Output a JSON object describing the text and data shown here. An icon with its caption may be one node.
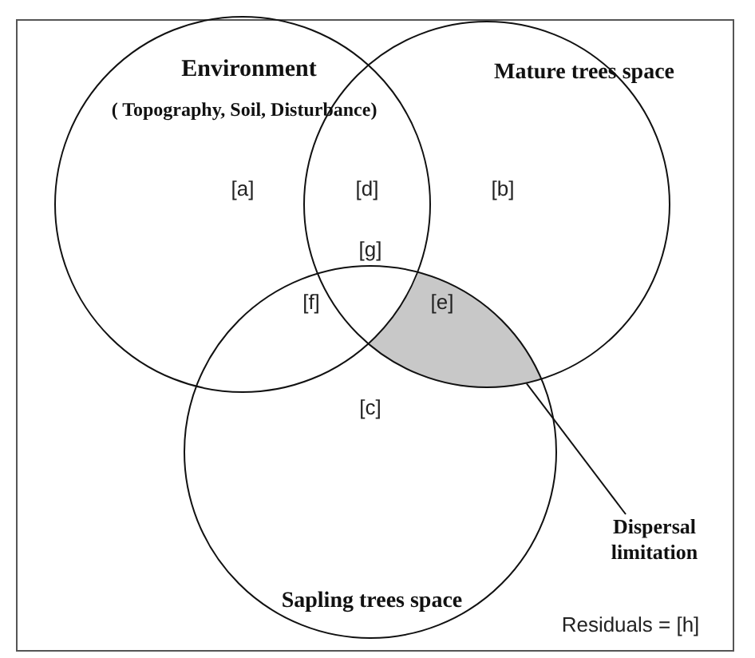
{
  "diagram": {
    "nodes": [
      {
        "text": [
          "Environment",
          "( Topography, Soil, Disturbance)"
        ]
      },
      {
        "text": [
          "Mature trees space"
        ]
      },
      {
        "text": [
          "Sapling trees space"
        ]
      },
      {
        "text": [
          "[e]"
        ]
      },
      {
        "text": [
          "Dispersal limitation"
        ]
      }
    ],
    "edges": [
      {
        "from": 4,
        "to": 3,
        "arrow": "none"
      }
    ],
    "labels": [
      "[a]",
      "[d]",
      "[b]",
      "[g]",
      "[f]",
      "[c]",
      "Residuals = [h]"
    ]
  }
}
